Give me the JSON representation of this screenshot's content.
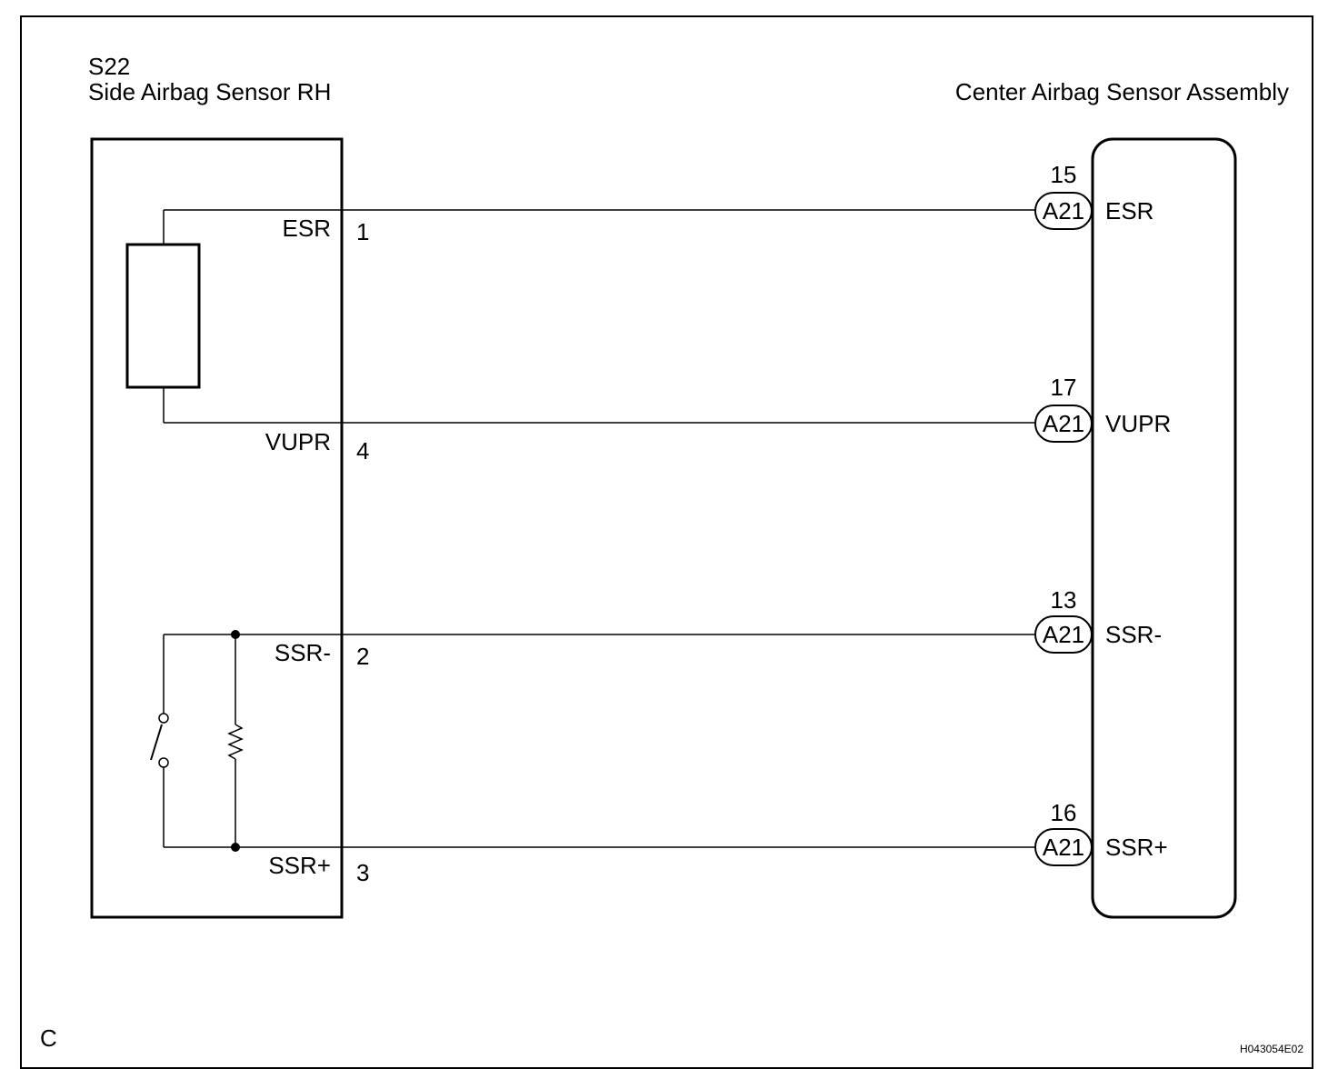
{
  "left_component": {
    "code": "S22",
    "name": "Side Airbag Sensor RH"
  },
  "right_component": {
    "name": "Center Airbag Sensor Assembly"
  },
  "wires": [
    {
      "left_label": "ESR",
      "left_pin": "1",
      "connector": "A21",
      "right_pin": "15",
      "right_label": "ESR"
    },
    {
      "left_label": "VUPR",
      "left_pin": "4",
      "connector": "A21",
      "right_pin": "17",
      "right_label": "VUPR"
    },
    {
      "left_label": "SSR-",
      "left_pin": "2",
      "connector": "A21",
      "right_pin": "13",
      "right_label": "SSR-"
    },
    {
      "left_label": "SSR+",
      "left_pin": "3",
      "connector": "A21",
      "right_pin": "16",
      "right_label": "SSR+"
    }
  ],
  "corner_letter": "C",
  "figure_code": "H043054E02"
}
